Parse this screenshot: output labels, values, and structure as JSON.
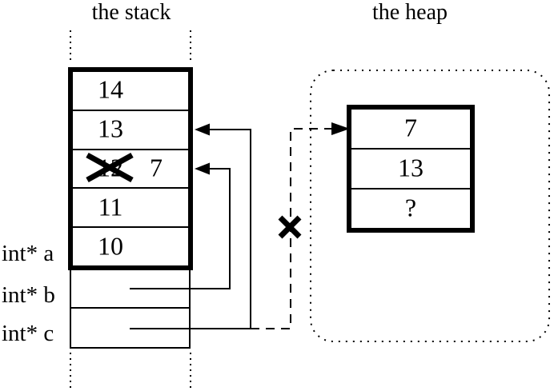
{
  "stack": {
    "title": "the stack",
    "cells": [
      {
        "value": "14"
      },
      {
        "value": "13"
      },
      {
        "value": "12",
        "crossed_out": true,
        "new_value": "7"
      },
      {
        "value": "11"
      },
      {
        "value": "10"
      }
    ],
    "labels": [
      {
        "text": "int* a"
      },
      {
        "text": "int* b"
      },
      {
        "text": "int* c"
      }
    ]
  },
  "heap": {
    "title": "the heap",
    "cells": [
      {
        "value": "7"
      },
      {
        "value": "13"
      },
      {
        "value": "?"
      }
    ]
  },
  "colors": {
    "ink": "#000000",
    "background": "#ffffff"
  }
}
